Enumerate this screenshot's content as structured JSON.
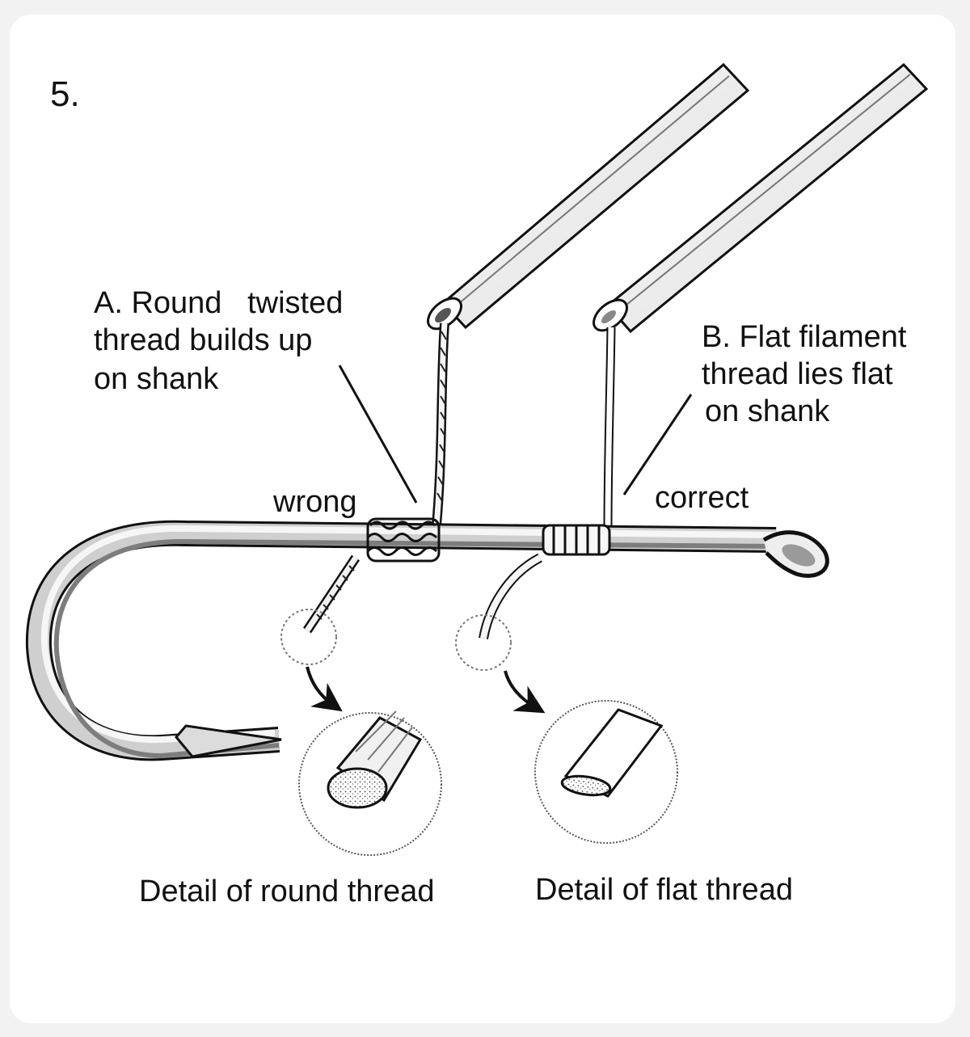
{
  "step_number": "5.",
  "label_a": {
    "line1": "A. Round   twisted",
    "line2": "thread builds up",
    "line3": "on shank"
  },
  "label_b": {
    "line1": "B. Flat filament",
    "line2": "thread lies flat",
    "line3": "on shank"
  },
  "wrong_label": "wrong",
  "correct_label": "correct",
  "detail_round_caption": "Detail of round thread",
  "detail_flat_caption": "Detail of flat thread",
  "colors": {
    "ink": "#111111",
    "paper": "#ffffff",
    "background": "#f2f2f2",
    "metal_light": "#e6e6e6",
    "metal_dark": "#8a8a8a"
  }
}
